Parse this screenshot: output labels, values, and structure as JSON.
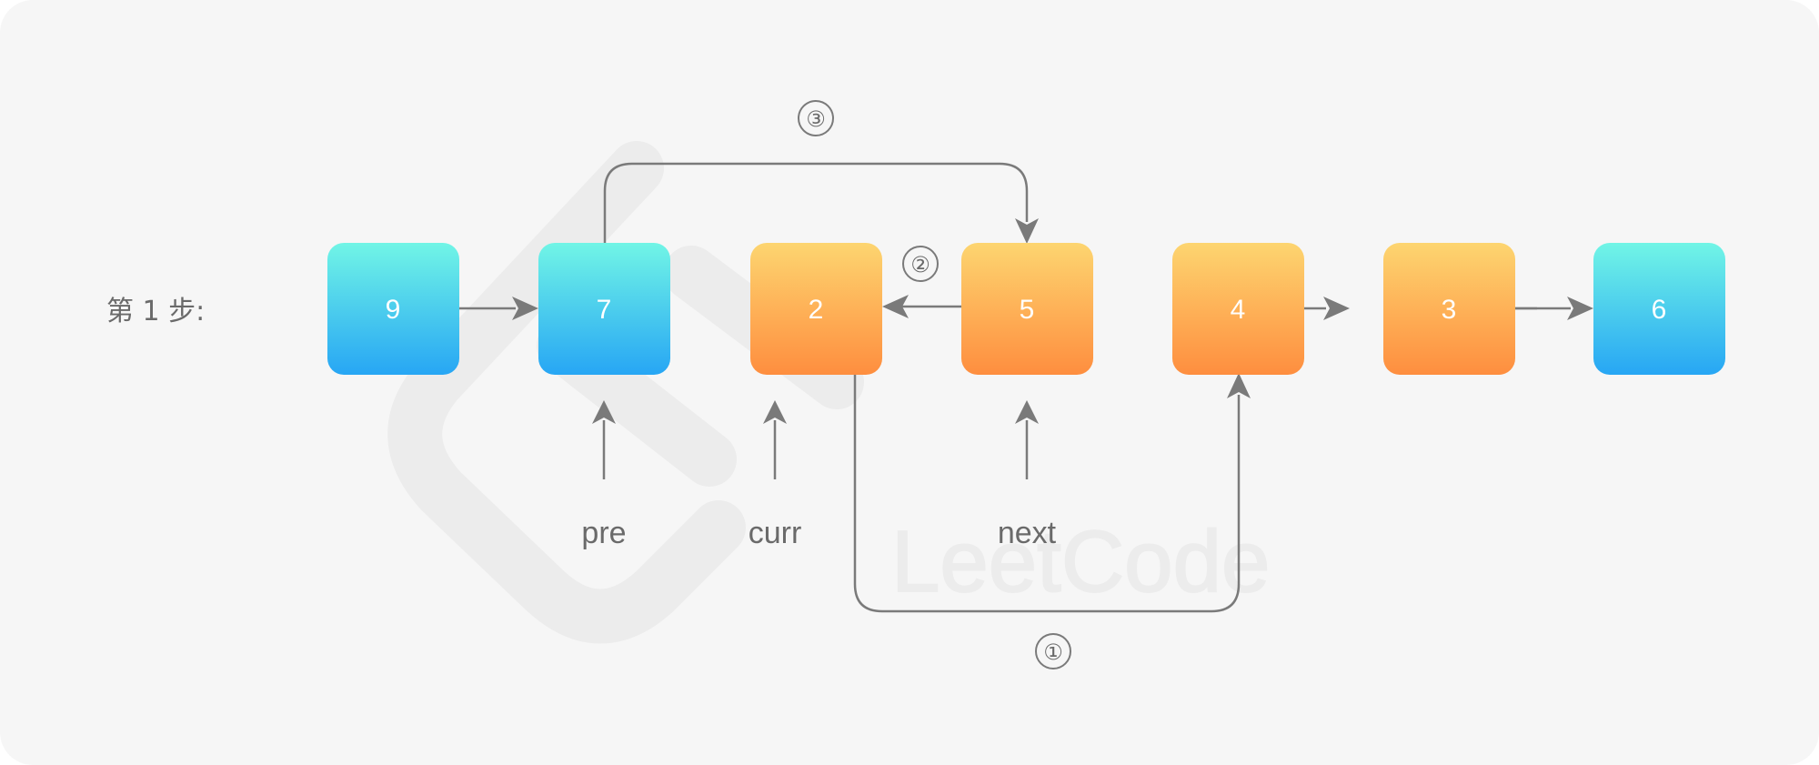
{
  "step_label": "第 1 步:",
  "nodes": [
    {
      "value": "9",
      "color": "blue"
    },
    {
      "value": "7",
      "color": "blue"
    },
    {
      "value": "2",
      "color": "orange"
    },
    {
      "value": "5",
      "color": "orange"
    },
    {
      "value": "4",
      "color": "orange"
    },
    {
      "value": "3",
      "color": "orange"
    },
    {
      "value": "6",
      "color": "blue"
    }
  ],
  "pointers": [
    "pre",
    "curr",
    "next"
  ],
  "step_markers": [
    "①",
    "②",
    "③"
  ],
  "watermark": "LeetCode",
  "colors": {
    "background": "#f6f6f6",
    "blue_top": "#71f5e6",
    "blue_bottom": "#27a6f4",
    "orange_top": "#fdd570",
    "orange_bottom": "#fe8e3f",
    "line": "#7a7a7a",
    "text": "#6a6a6a",
    "watermark": "#ececec"
  }
}
